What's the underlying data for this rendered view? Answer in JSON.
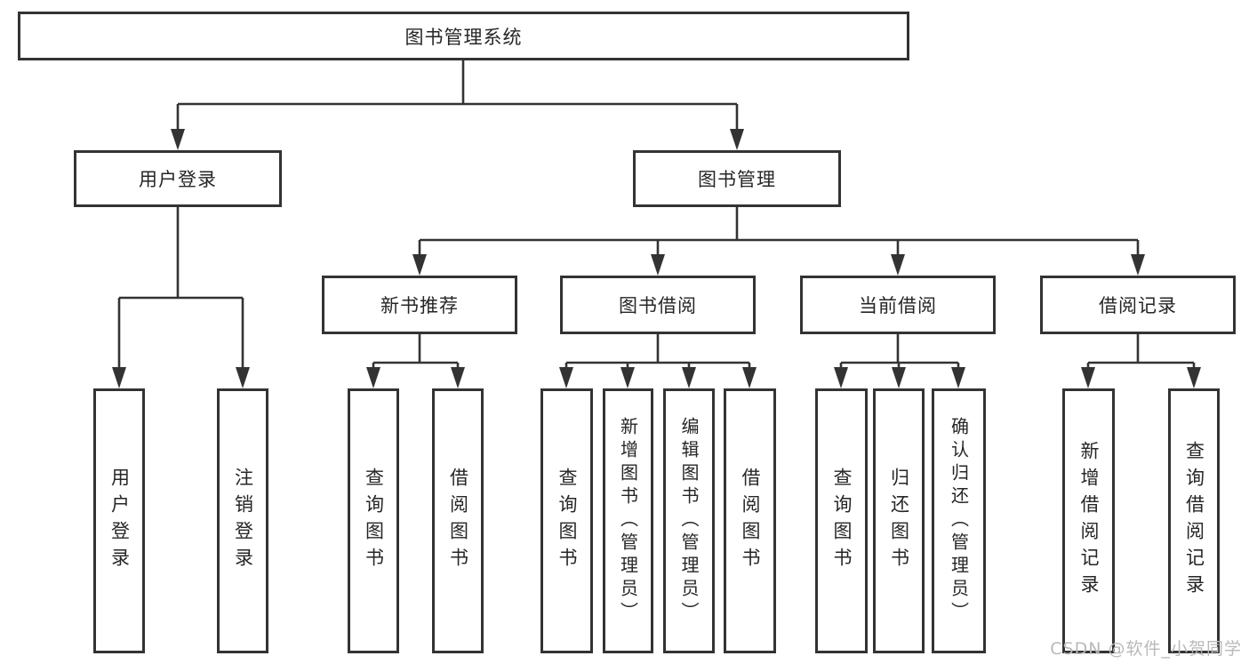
{
  "title": "图书管理系统",
  "level2": [
    {
      "label": "用户登录"
    },
    {
      "label": "图书管理"
    }
  ],
  "level3": [
    {
      "label": "新书推荐"
    },
    {
      "label": "图书借阅"
    },
    {
      "label": "当前借阅"
    },
    {
      "label": "借阅记录"
    }
  ],
  "leaves": {
    "user_login": [
      {
        "label": "用户登录"
      },
      {
        "label": "注销登录"
      }
    ],
    "new_book_recommend": [
      {
        "label": "查询图书"
      },
      {
        "label": "借阅图书"
      }
    ],
    "book_borrow": [
      {
        "label": "查询图书"
      },
      {
        "label": "新增图书（管理员）"
      },
      {
        "label": "编辑图书（管理员）"
      },
      {
        "label": "借阅图书"
      }
    ],
    "current_borrow": [
      {
        "label": "查询图书"
      },
      {
        "label": "归还图书"
      },
      {
        "label": "确认归还（管理员）"
      }
    ],
    "borrow_records": [
      {
        "label": "新增借阅记录"
      },
      {
        "label": "查询借阅记录"
      }
    ]
  },
  "watermark": "CSDN @软件_小贺同学",
  "colors": {
    "line": "#333333",
    "text": "#262626",
    "box_background": "#ffffff",
    "page_background": "#ffffff",
    "watermark": "#b9b9b9"
  }
}
